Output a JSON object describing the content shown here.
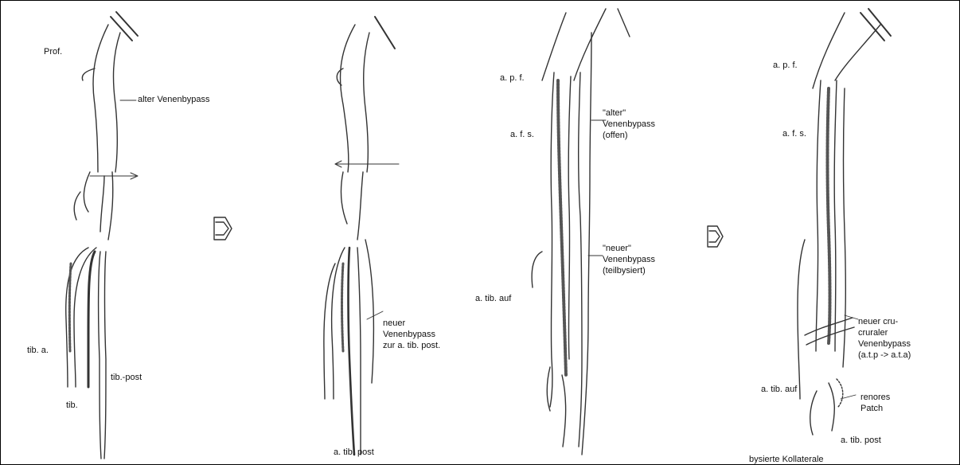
{
  "colors": {
    "background": "#ffffff",
    "line": "#333333",
    "shading": "#555555",
    "border": "#000000"
  },
  "panels": [
    {
      "labels": {
        "prof": "Prof.",
        "alter_bypass": "alter Venenbypass",
        "tib_a": "tib. a.",
        "tib_post": "tib.-post",
        "tib": "tib."
      }
    },
    {
      "labels": {
        "neuer_bypass": "neuer\nVenenbypass\nzur a. tib. post.",
        "a_tib_post": "a. tib. post"
      }
    },
    {
      "labels": {
        "apf": "a. p. f.",
        "afs": "a. f. s.",
        "alter_offen": "\"alter\"\nVenenbypass\n(offen)",
        "neuer_teil": "\"neuer\"\nVenenbypass\n(teilbysiert)",
        "a_tib_auf": "a. tib. auf"
      }
    },
    {
      "labels": {
        "apf": "a. p. f.",
        "afs": "a. f. s.",
        "neuer_crucrural": "neuer cru-\ncruraler\nVenenbypass\n(a.t.p -> a.t.a)",
        "a_tib_auf": "a. tib. auf",
        "renores_patch": "renores\nPatch",
        "a_tib_post": "a. tib. post",
        "kollaterale": "bysierte Kollaterale"
      }
    }
  ],
  "transition_arrows": [
    "arrow-1-to-2",
    "arrow-3-to-4"
  ]
}
